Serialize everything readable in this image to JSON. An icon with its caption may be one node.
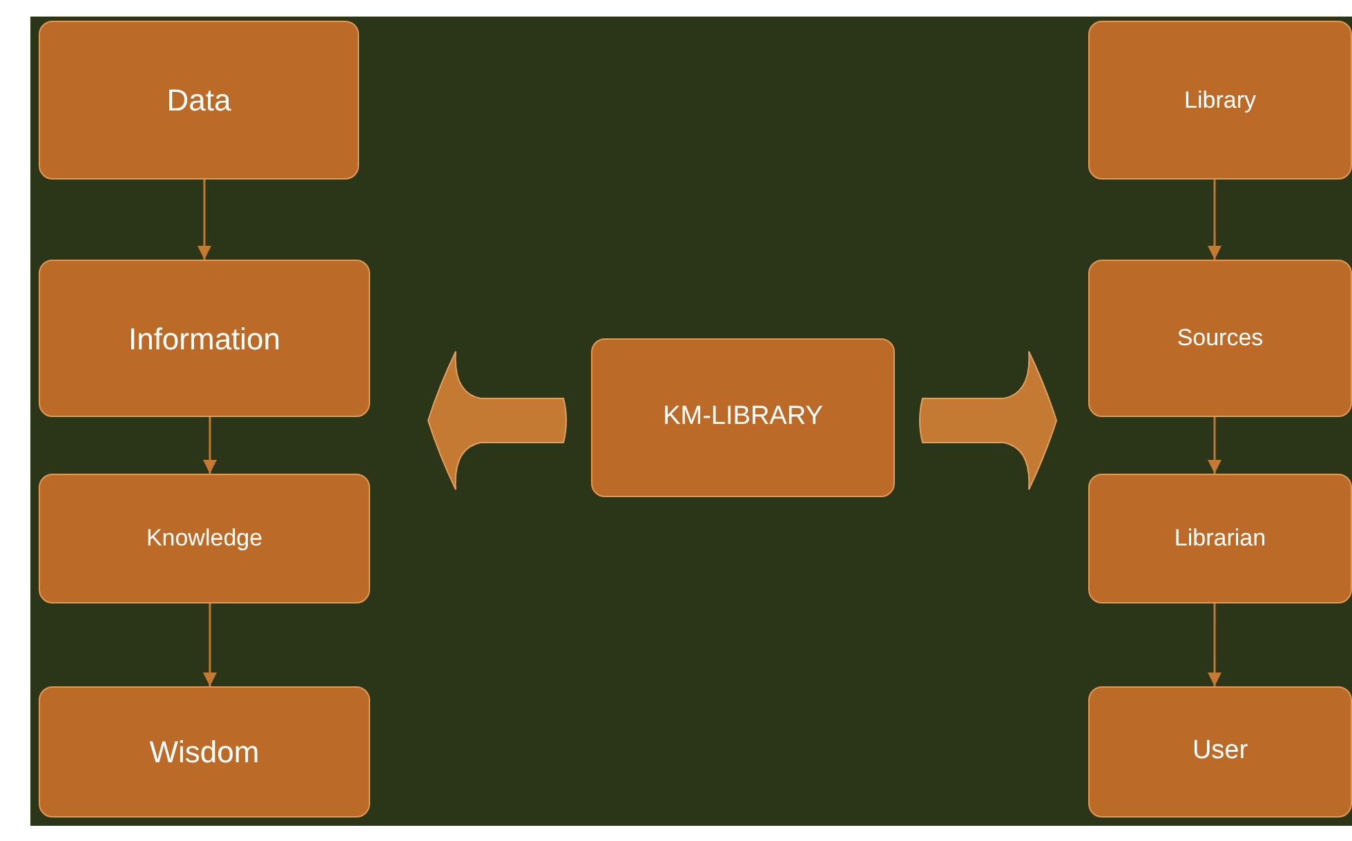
{
  "diagram": {
    "nodes": [
      {
        "text": [
          "Data"
        ]
      },
      {
        "text": [
          "Information"
        ]
      },
      {
        "text": [
          "Knowledge"
        ]
      },
      {
        "text": [
          "Wisdom"
        ]
      },
      {
        "text": [
          "KM-LIBRARY"
        ]
      },
      {
        "text": [
          "Library"
        ]
      },
      {
        "text": [
          "Sources"
        ]
      },
      {
        "text": [
          "Librarian"
        ]
      },
      {
        "text": [
          "User"
        ]
      }
    ],
    "edges": [
      {
        "from": 0,
        "to": 1,
        "arrow": "to"
      },
      {
        "from": 1,
        "to": 2,
        "arrow": "to"
      },
      {
        "from": 2,
        "to": 3,
        "arrow": "to"
      },
      {
        "from": 5,
        "to": 6,
        "arrow": "to"
      },
      {
        "from": 6,
        "to": 7,
        "arrow": "to"
      },
      {
        "from": 7,
        "to": 8,
        "arrow": "to"
      },
      {
        "from": 4,
        "to": null,
        "arrow": "to"
      },
      {
        "from": 4,
        "to": null,
        "arrow": "to"
      }
    ]
  }
}
